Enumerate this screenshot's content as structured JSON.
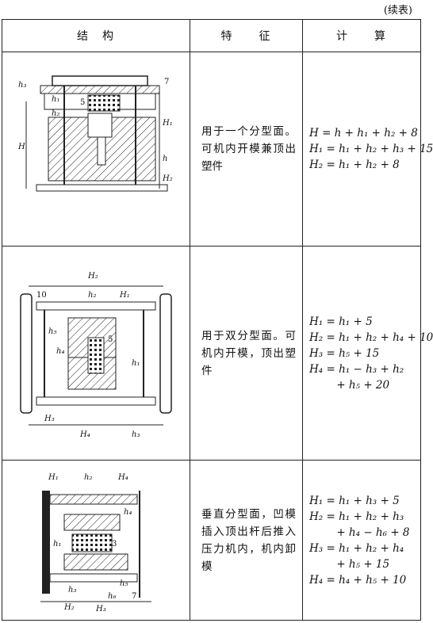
{
  "continued": "(续表)",
  "headers": {
    "structure": "结　构",
    "features": "特　　征",
    "calc": "计　　算"
  },
  "rows": [
    {
      "feature": "用于一个分型面。可机内开模兼顶出塑件",
      "formulas": [
        "H = h + h₁ + h₂ + 8",
        "H₁ = h₁ + h₂ + h₃ + 15",
        "H₂ = h₁ + h₂ + 8"
      ],
      "labels": [
        "h₃",
        "7",
        "H₁",
        "h₂",
        "H",
        "h",
        "H₂",
        "h₁",
        "5"
      ]
    },
    {
      "feature": "用于双分型面。可机内开模，顶出塑件",
      "formulas": [
        "H₁ = h₁ + 5",
        "H₂ = h₁ + h₂ + h₄ + 10",
        "H₃ = h₅ + 15",
        "H₄ = h₁ − h₃ + h₂",
        "        + h₅ + 20"
      ],
      "labels": [
        "H₂",
        "10",
        "h₂",
        "H₁",
        "h₅",
        "h₄",
        "5",
        "h₁",
        "H₃",
        "H₄",
        "h₃"
      ]
    },
    {
      "feature": "垂直分型面，凹模插入顶出杆后推入压力机内，机内卸模",
      "formulas": [
        "H₁ = h₁ + h₃ + 5",
        "H₂ = h₁ + h₂ + h₃",
        "        + h₄ − h₆ + 8",
        "H₃ = h₁ + h₂ + h₄",
        "        + h₅ + 15",
        "H₄ = h₄ + h₅ + 10"
      ],
      "labels": [
        "H₁",
        "h₂",
        "H₄",
        "h₄",
        "h₁",
        "3",
        "h₃",
        "h₅",
        "H₂",
        "h₆",
        "7",
        "H₃"
      ]
    }
  ]
}
